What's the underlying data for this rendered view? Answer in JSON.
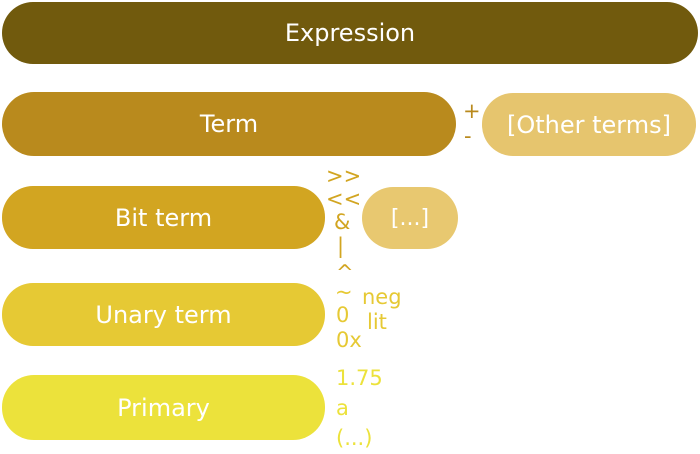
{
  "levels": {
    "expression": "Expression",
    "term": "Term",
    "other_terms": "[Other terms]",
    "bit_term": "Bit term",
    "bit_more": "[...]",
    "unary_term": "Unary term",
    "primary": "Primary"
  },
  "operators": {
    "term": [
      "+",
      "-"
    ],
    "bit": [
      ">>",
      "<<",
      "&",
      "|",
      "^"
    ],
    "unary": [
      "~",
      "0",
      "0x",
      "neg",
      "lit"
    ],
    "primary": [
      "1.75",
      "a",
      "(...)"
    ]
  },
  "colors": {
    "expression": "#715a0d",
    "term": "#b98a1d",
    "other_terms": "#e6c56e",
    "bit_term": "#d2a521",
    "bit_more": "#e8c870",
    "unary_term": "#e6c934",
    "primary": "#ece23b"
  }
}
